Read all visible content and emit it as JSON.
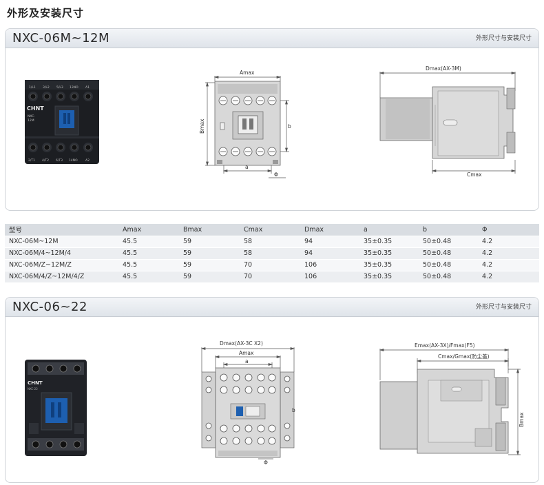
{
  "page_title": "外形及安装尺寸",
  "section1": {
    "model": "NXC-06M~12M",
    "tag": "外形尺寸与安装尺寸",
    "photo": {
      "brand": "CHNT",
      "model_text": "NXC-\n12M",
      "top_terminals": [
        "1/L1",
        "3/L2",
        "5/L3",
        "13NO",
        "A1"
      ],
      "bottom_terminals": [
        "2/T1",
        "4/T2",
        "6/T3",
        "14NO",
        "A2"
      ]
    },
    "front_view": {
      "amax": "Amax",
      "bmax": "Bmax",
      "a": "a",
      "b": "b",
      "phi": "Φ"
    },
    "side_view": {
      "dmax": "Dmax(AX-3M)",
      "cmax": "Cmax"
    }
  },
  "table": {
    "headers": [
      "型号",
      "Amax",
      "Bmax",
      "Cmax",
      "Dmax",
      "a",
      "b",
      "Φ"
    ],
    "rows": [
      [
        "NXC-06M~12M",
        "45.5",
        "59",
        "58",
        "94",
        "35±0.35",
        "50±0.48",
        "4.2"
      ],
      [
        "NXC-06M/4~12M/4",
        "45.5",
        "59",
        "58",
        "94",
        "35±0.35",
        "50±0.48",
        "4.2"
      ],
      [
        "NXC-06M/Z~12M/Z",
        "45.5",
        "59",
        "70",
        "106",
        "35±0.35",
        "50±0.48",
        "4.2"
      ],
      [
        "NXC-06M/4/Z~12M/4/Z",
        "45.5",
        "59",
        "70",
        "106",
        "35±0.35",
        "50±0.48",
        "4.2"
      ]
    ]
  },
  "section2": {
    "model": "NXC-06~22",
    "tag": "外形尺寸与安装尺寸",
    "photo": {
      "brand": "CHNT"
    },
    "front_view": {
      "dmax": "Dmax(AX-3C X2)",
      "amax": "Amax",
      "a": "a",
      "b": "b",
      "phi": "Φ"
    },
    "side_view": {
      "emax": "Emax(AX-3X)/Fmax(F5)",
      "cmax": "Cmax/Gmax(防尘盖)",
      "bmax": "Bmax"
    }
  },
  "colors": {
    "accent_blue": "#1d5fb0",
    "body_dark": "#1f2126",
    "header_grad": "#dfe4ea"
  }
}
